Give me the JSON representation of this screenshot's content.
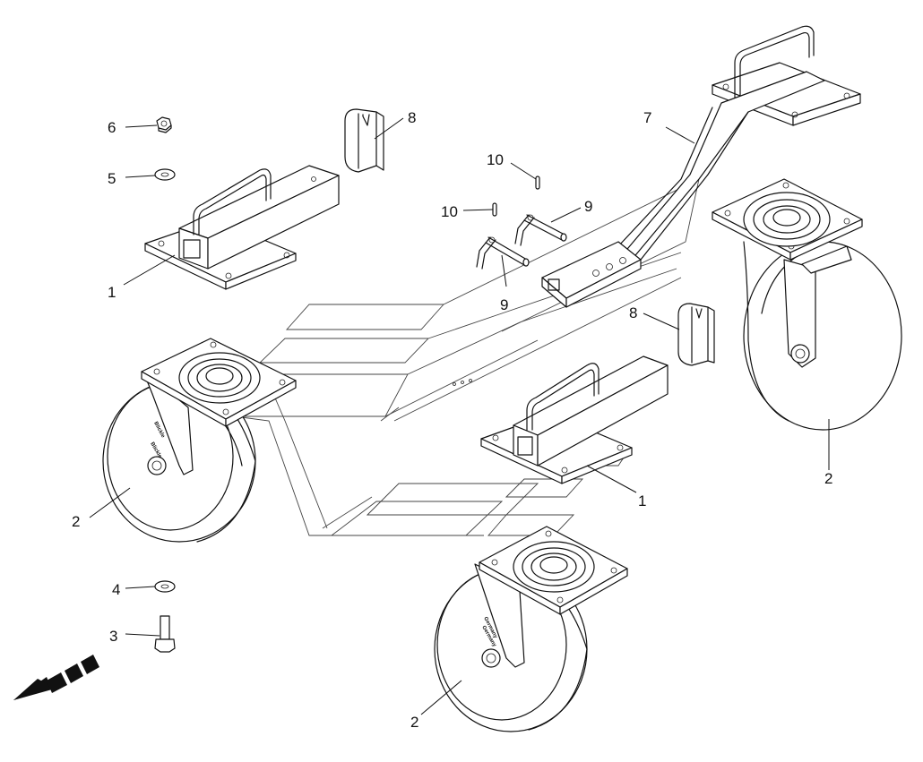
{
  "callouts": {
    "c1a": "1",
    "c1b": "1",
    "c2a": "2",
    "c2b": "2",
    "c2c": "2",
    "c3": "3",
    "c4": "4",
    "c5": "5",
    "c6": "6",
    "c7": "7",
    "c8a": "8",
    "c8b": "8",
    "c9a": "9",
    "c9b": "9",
    "c10a": "10",
    "c10b": "10"
  },
  "wheel_stamp": {
    "line1": "Blickle",
    "line2": "Germany"
  },
  "colors": {
    "stroke": "#111111",
    "background": "#ffffff"
  },
  "icons": {
    "direction": "direction-arrow-icon"
  }
}
